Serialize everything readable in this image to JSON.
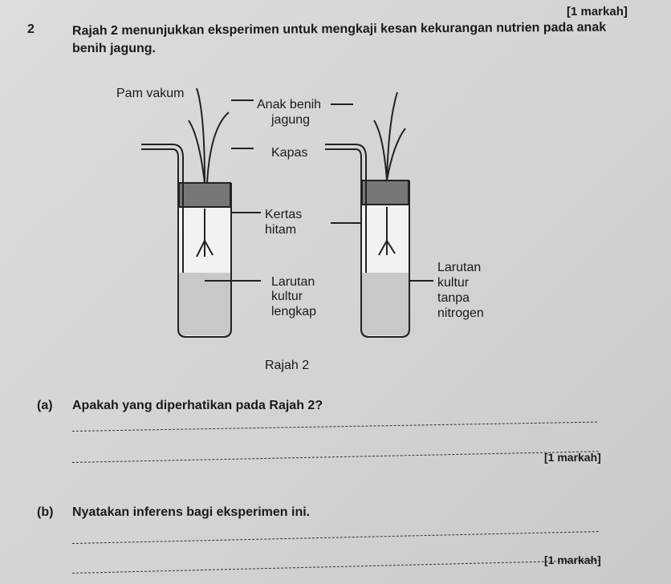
{
  "top_marks": "[1 markah]",
  "question": {
    "number": "2",
    "stem_line1": "Rajah 2 menunjukkan eksperimen untuk mengkaji kesan kekurangan nutrien pada anak",
    "stem_line2": "benih jagung."
  },
  "diagram": {
    "labels": {
      "pump": "Pam vakum",
      "seedling_1": "Anak benih",
      "seedling_2": "jagung",
      "cotton": "Kapas",
      "paper_1": "Kertas",
      "paper_2": "hitam",
      "complete_1": "Larutan",
      "complete_2": "kultur",
      "complete_3": "lengkap",
      "noN_1": "Larutan",
      "noN_2": "kultur",
      "noN_3": "tanpa",
      "noN_4": "nitrogen"
    },
    "caption": "Rajah 2"
  },
  "part_a": {
    "label": "(a)",
    "text": "Apakah yang diperhatikan pada Rajah 2?",
    "marks": "[1 markah]"
  },
  "part_b": {
    "label": "(b)",
    "text": "Nyatakan inferens bagi eksperimen ini.",
    "marks": "[1 markah]"
  }
}
